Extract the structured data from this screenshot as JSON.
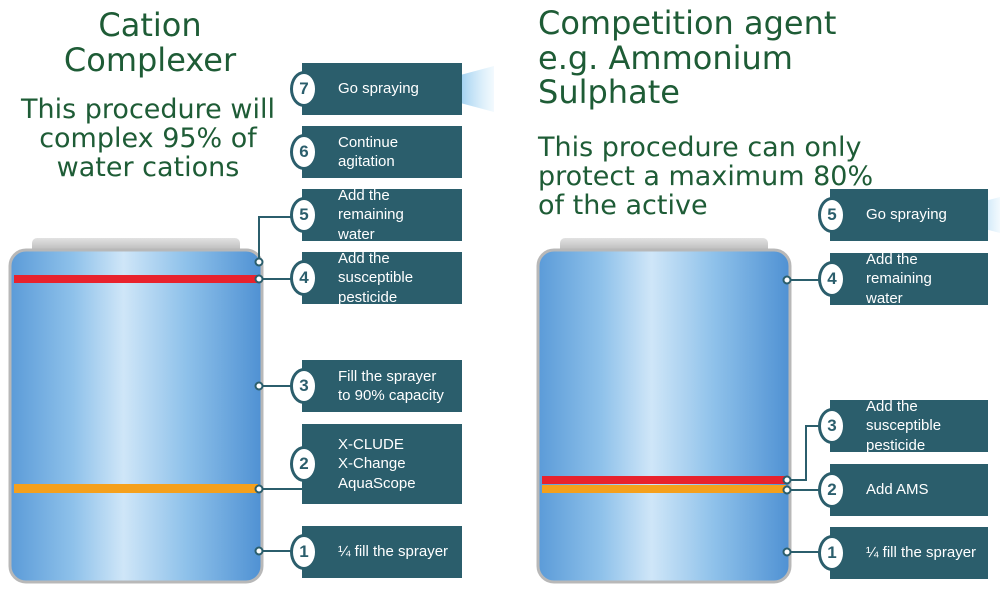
{
  "left": {
    "title": "Cation\nComplexer",
    "subtitle": "This procedure will\ncomplex 95% of\nwater cations",
    "steps": [
      {
        "number": "7",
        "label": "Go spraying"
      },
      {
        "number": "6",
        "label": "Continue agitation"
      },
      {
        "number": "5",
        "label": "Add the remaining\nwater"
      },
      {
        "number": "4",
        "label": "Add the susceptible\npesticide"
      },
      {
        "number": "3",
        "label": "Fill the sprayer\nto 90% capacity"
      },
      {
        "number": "2",
        "label": "X-CLUDE\nX-Change\nAquaScope"
      },
      {
        "number": "1",
        "label": "¼ fill the sprayer"
      }
    ]
  },
  "right": {
    "title": "Competition agent\ne.g. Ammonium\nSulphate",
    "subtitle": "This procedure can only\nprotect a maximum 80%\nof the active",
    "steps": [
      {
        "number": "5",
        "label": "Go spraying"
      },
      {
        "number": "4",
        "label": "Add the remaining\nwater"
      },
      {
        "number": "3",
        "label": "Add the susceptible\npesticide"
      },
      {
        "number": "2",
        "label": "Add AMS"
      },
      {
        "number": "1",
        "label": "¼ fill the sprayer"
      }
    ]
  },
  "colors": {
    "heading": "#1e5c36",
    "box": "#2b5e6c",
    "tank": "#5aa0d8",
    "band_red": "#e8222d",
    "band_orange": "#f5a01c",
    "connector": "#2b5e6c"
  }
}
